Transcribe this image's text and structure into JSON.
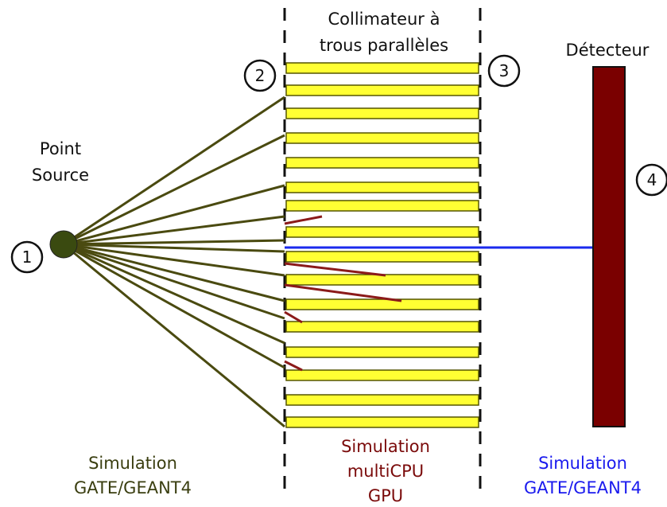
{
  "labels": {
    "collimator_line1": "Collimateur à",
    "collimator_line2": "trous parallèles",
    "detector": "Détecteur",
    "source_line1": "Point",
    "source_line2": "Source"
  },
  "markers": [
    "1",
    "2",
    "3",
    "4"
  ],
  "simulations": {
    "left": {
      "line1": "Simulation",
      "line2": "GATE/GEANT4",
      "color": "#3a3e10"
    },
    "middle": {
      "line1": "Simulation",
      "line2": "multiCPU",
      "line3": "GPU",
      "color": "#7a0a0a"
    },
    "right": {
      "line1": "Simulation",
      "line2": "GATE/GEANT4",
      "color": "#1a1aee"
    }
  },
  "colors": {
    "septa_fill": "#ffff33",
    "septa_stroke": "#555500",
    "ray": "#4a4a10",
    "absorbed_ray": "#8b1a1a",
    "detected_ray": "#1a2aee",
    "detector": "#7a0000",
    "source": "#3a4a10"
  }
}
